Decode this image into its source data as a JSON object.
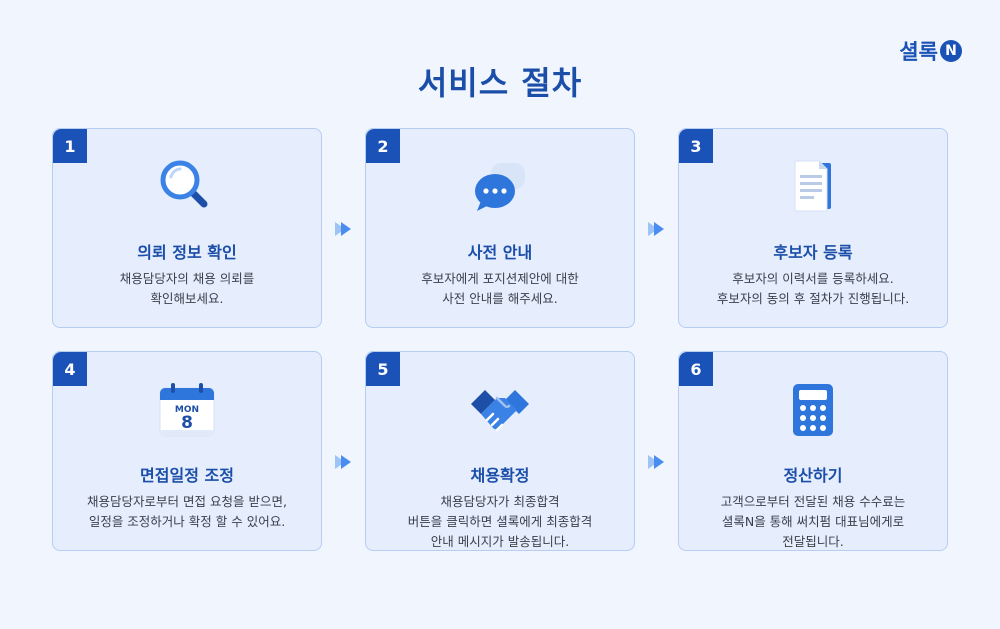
{
  "brand": {
    "name": "셜록",
    "badge": "N"
  },
  "title": "서비스 절차",
  "steps": [
    {
      "number": "1",
      "title": "의뢰 정보 확인",
      "icon": "magnifier-icon",
      "desc": [
        "채용담당자의 채용 의뢰를",
        "확인해보세요."
      ]
    },
    {
      "number": "2",
      "title": "사전 안내",
      "icon": "chat-bubble-icon",
      "desc": [
        "후보자에게 포지션제안에 대한",
        "사전 안내를 해주세요."
      ]
    },
    {
      "number": "3",
      "title": "후보자 등록",
      "icon": "document-icon",
      "desc": [
        "후보자의 이력서를 등록하세요.",
        "후보자의 동의 후 절차가 진행됩니다."
      ]
    },
    {
      "number": "4",
      "title": "면접일정 조정",
      "icon": "calendar-icon",
      "calendar": {
        "day": "MON",
        "date": "8"
      },
      "desc": [
        "채용담당자로부터 면접 요청을 받으면,",
        "일정을 조정하거나 확정 할 수 있어요."
      ]
    },
    {
      "number": "5",
      "title": "채용확정",
      "icon": "handshake-icon",
      "desc": [
        "채용담당자가 최종합격",
        "버튼을 클릭하면 셜록에게 최종합격",
        "안내 메시지가 발송됩니다."
      ]
    },
    {
      "number": "6",
      "title": "정산하기",
      "icon": "calculator-icon",
      "desc": [
        "고객으로부터 전달된 채용 수수료는",
        "셜록N을 통해 써치펌 대표님에게로",
        "전달됩니다."
      ]
    }
  ],
  "colors": {
    "accent": "#1b52b8",
    "card_bg": "#e6eefd",
    "card_border": "#b6cdf1",
    "arrow": "#4a8df0"
  }
}
